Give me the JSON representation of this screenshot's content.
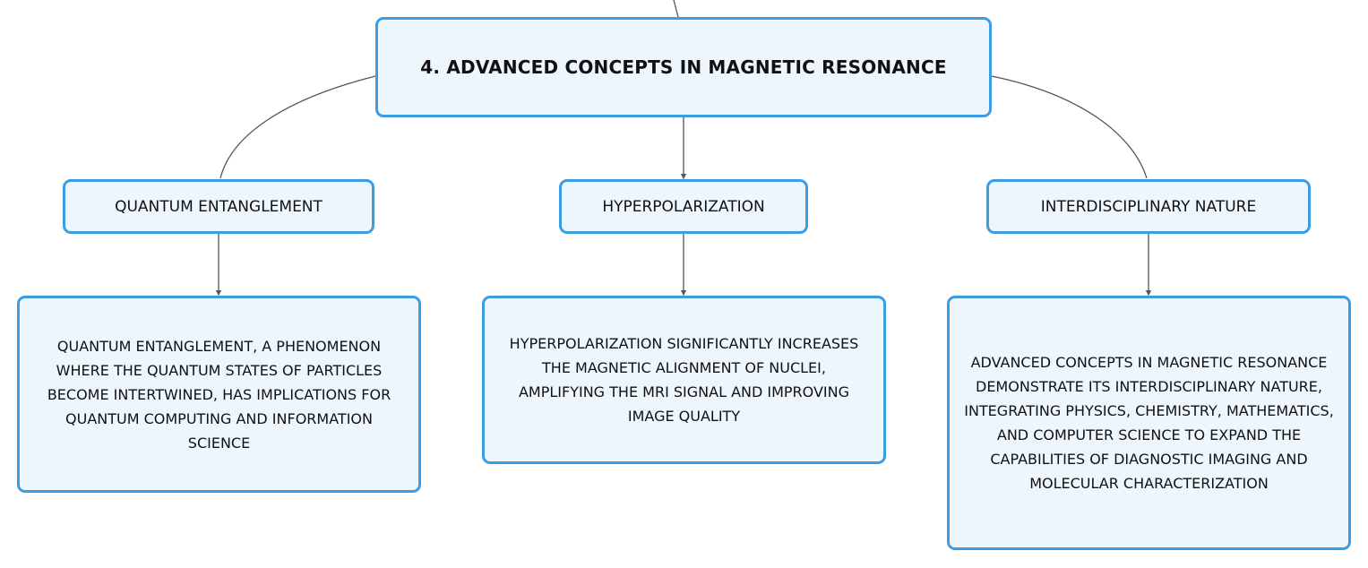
{
  "root": {
    "title": "4. ADVANCED CONCEPTS IN MAGNETIC RESONANCE"
  },
  "branches": [
    {
      "label": "QUANTUM ENTANGLEMENT",
      "detail": "QUANTUM ENTANGLEMENT, A PHENOMENON WHERE THE QUANTUM STATES OF PARTICLES BECOME INTERTWINED, HAS IMPLICATIONS FOR QUANTUM COMPUTING AND INFORMATION SCIENCE"
    },
    {
      "label": "HYPERPOLARIZATION",
      "detail": "HYPERPOLARIZATION SIGNIFICANTLY INCREASES THE MAGNETIC ALIGNMENT OF NUCLEI, AMPLIFYING THE MRI SIGNAL AND IMPROVING IMAGE QUALITY"
    },
    {
      "label": "INTERDISCIPLINARY NATURE",
      "detail": "ADVANCED CONCEPTS IN MAGNETIC RESONANCE DEMONSTRATE ITS INTERDISCIPLINARY NATURE, INTEGRATING PHYSICS, CHEMISTRY, MATHEMATICS, AND COMPUTER SCIENCE TO EXPAND THE CAPABILITIES OF DIAGNOSTIC IMAGING AND MOLECULAR CHARACTERIZATION"
    }
  ],
  "colors": {
    "node_border": "#3d9de3",
    "node_fill": "#eef6fd",
    "connector": "#555555",
    "text": "#111111"
  }
}
